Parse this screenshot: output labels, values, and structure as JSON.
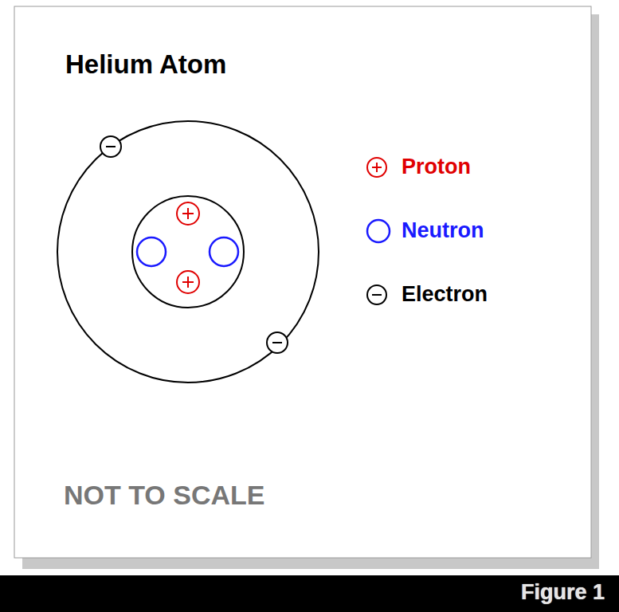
{
  "diagram": {
    "title": "Helium Atom",
    "caption": "Figure 1",
    "labels": [
      "NOT TO SCALE"
    ],
    "legend": [
      {
        "text": "Proton"
      },
      {
        "text": "Neutron"
      },
      {
        "text": "Electron"
      }
    ]
  }
}
